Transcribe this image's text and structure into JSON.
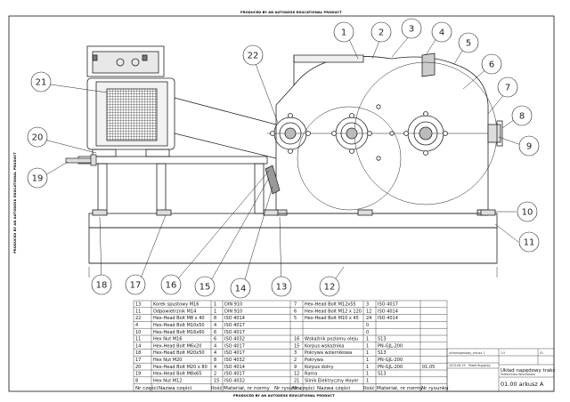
{
  "watermark": "PRODUCED BY AN AUTODESK EDUCATIONAL PRODUCT",
  "balloons": [
    "1",
    "2",
    "3",
    "4",
    "5",
    "6",
    "7",
    "8",
    "9",
    "10",
    "11",
    "12",
    "13",
    "14",
    "15",
    "16",
    "17",
    "18",
    "19",
    "20",
    "21",
    "22"
  ],
  "bom_left": [
    {
      "nr": "13",
      "name": "Korek spustowy M16",
      "qty": "1",
      "mat": "DIN 910"
    },
    {
      "nr": "11",
      "name": "Odpowietrznik M14",
      "qty": "1",
      "mat": "DIN 910"
    },
    {
      "nr": "22",
      "name": "Hex-Head Bolt M8 x 40",
      "qty": "8",
      "mat": "ISO 4014"
    },
    {
      "nr": "4",
      "name": "Hex-Head Bolt M10x50",
      "qty": "4",
      "mat": "ISO 4017"
    },
    {
      "nr": "10",
      "name": "Hex-Head Bolt M16x60",
      "qty": "6",
      "mat": "ISO 4017"
    },
    {
      "nr": "11",
      "name": "Hex Nut M16",
      "qty": "6",
      "mat": "ISO 4032"
    },
    {
      "nr": "14",
      "name": "Hex-Head Bolt M6x20",
      "qty": "4",
      "mat": "ISO 4017"
    },
    {
      "nr": "18",
      "name": "Hex-Head Bolt M20x50",
      "qty": "4",
      "mat": "ISO 4017"
    },
    {
      "nr": "17",
      "name": "Hex Nut M20",
      "qty": "8",
      "mat": "ISO 4032"
    },
    {
      "nr": "20",
      "name": "Hex-Head Bolt M20 x 80",
      "qty": "4",
      "mat": "ISO 4014"
    },
    {
      "nr": "19",
      "name": "Hex-Head Bolt M8x65",
      "qty": "2",
      "mat": "ISO 4017"
    },
    {
      "nr": "8",
      "name": "Hex Nut M12",
      "qty": "15",
      "mat": "ISO 4032"
    }
  ],
  "bom_right": [
    {
      "nr": "7",
      "name": "Hex-Head Bolt M12x55",
      "qty": "3",
      "mat": "ISO 4017",
      "ref": ""
    },
    {
      "nr": "6",
      "name": "Hex-Head Bolt M12 x 120",
      "qty": "12",
      "mat": "ISO 4014",
      "ref": ""
    },
    {
      "nr": "5",
      "name": "Hex-Head Bolt M10 x 45",
      "qty": "24",
      "mat": "ISO 4014",
      "ref": ""
    },
    {
      "nr": "",
      "name": "",
      "qty": "0",
      "mat": "",
      "ref": ""
    },
    {
      "nr": "",
      "name": "",
      "qty": "0",
      "mat": "",
      "ref": ""
    },
    {
      "nr": "16",
      "name": "Wskaźnik poziomu oleju",
      "qty": "1",
      "mat": "S13",
      "ref": ""
    },
    {
      "nr": "15",
      "name": "Korpus wskaźnika",
      "qty": "1",
      "mat": "PN-GJL-200",
      "ref": ""
    },
    {
      "nr": "3",
      "name": "Pokrywa wziernikowa",
      "qty": "1",
      "mat": "S13",
      "ref": ""
    },
    {
      "nr": "2",
      "name": "Pokrywa",
      "qty": "1",
      "mat": "PN-GJL-200",
      "ref": ""
    },
    {
      "nr": "9",
      "name": "Korpus dolny",
      "qty": "1",
      "mat": "PN-GJL-200",
      "ref": "01.05"
    },
    {
      "nr": "12",
      "name": "Rama",
      "qty": "1",
      "mat": "S13",
      "ref": ""
    },
    {
      "nr": "21",
      "name": "Silnik Elektryczny Hoyer",
      "qty": "1",
      "mat": "",
      "ref": ""
    }
  ],
  "bom_headers": {
    "nr": "Nr części",
    "name": "Nazwa części",
    "qty": "Ilość",
    "mat": "Materiał, nr normy",
    "ref": "Nr rysunku"
  },
  "title_block": {
    "file": "ukladnapedowy_arkusz 1",
    "scale": "1:5",
    "date": "2015-06-15",
    "author": "Paweł Bugajsky",
    "title": "Układ napędowy trakc",
    "school": "Politechnika Wrocławska",
    "sheet": "01.00 arkusz A",
    "sheet_nr": "01"
  }
}
